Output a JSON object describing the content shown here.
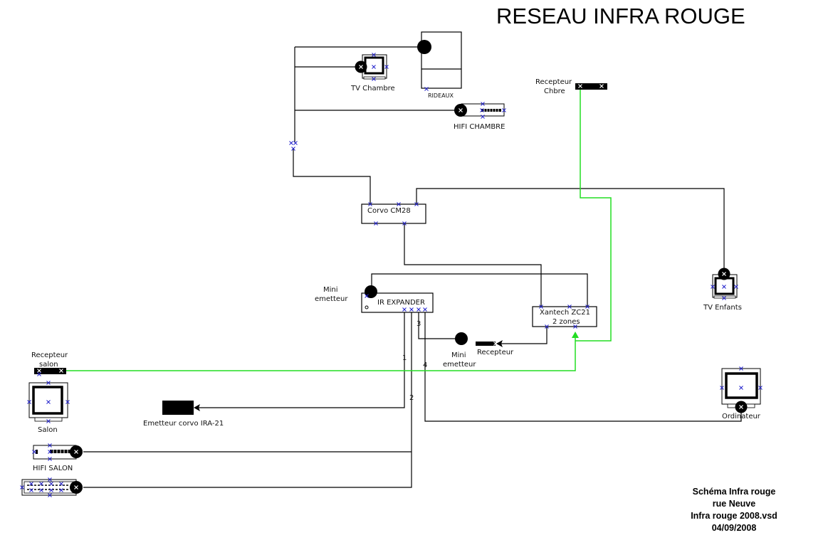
{
  "title": "RESEAU INFRA ROUGE",
  "colors": {
    "wire": "#000000",
    "ir_link": "#22dd22",
    "connection_point": "#2222cc"
  },
  "devices": {
    "tv_chambre": "TV Chambre",
    "rideaux": "RIDEAUX",
    "hifi_chambre": "HIFI CHAMBRE",
    "recepteur_chbre": [
      "Recepteur",
      "Chbre"
    ],
    "corvo_cm28": "Corvo CM28",
    "mini_emetteur_1": [
      "Mini",
      "emetteur"
    ],
    "ir_expander": "IR EXPANDER",
    "xantech": [
      "Xantech  ZC21",
      "2 zones"
    ],
    "tv_enfants": "TV Enfants",
    "mini_emetteur_2": [
      "Mini",
      "emetteur"
    ],
    "recepteur": "Recepteur",
    "recepteur_salon": [
      "Recepteur",
      "salon"
    ],
    "salon": "Salon",
    "emetteur_corvo": "Emetteur corvo IRA-21",
    "ordinateur": "Ordinateur",
    "hifi_salon": "HIFI SALON"
  },
  "port_labels": [
    "1",
    "2",
    "3",
    "4"
  ],
  "footer": [
    "Schéma Infra rouge",
    "rue Neuve",
    "Infra rouge 2008.vsd",
    "04/09/2008"
  ]
}
